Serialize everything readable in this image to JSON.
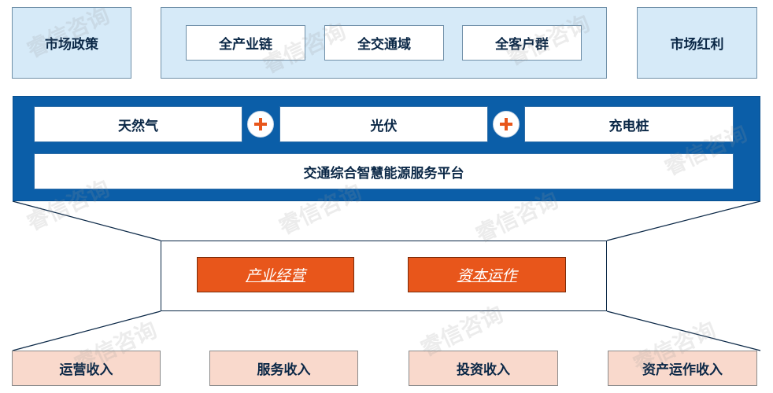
{
  "top": {
    "left": "市场政策",
    "center_items": [
      "全产业链",
      "全交通域",
      "全客户群"
    ],
    "right": "市场红利"
  },
  "platform": {
    "energy": [
      "天然气",
      "光伏",
      "充电桩"
    ],
    "plus_symbol": "+",
    "name": "交通综合智慧能源服务平台"
  },
  "operations": [
    "产业经营",
    "资本运作"
  ],
  "revenues": [
    "运营收入",
    "服务收入",
    "投资收入",
    "资产运作收入"
  ],
  "watermark": "睿信咨询",
  "colors": {
    "panel": "#0b5ea8",
    "accent": "#e8561b",
    "plus": "#e8561b",
    "revenue_fill": "#f9d9cc",
    "top_fill": "#d6eaf8"
  }
}
